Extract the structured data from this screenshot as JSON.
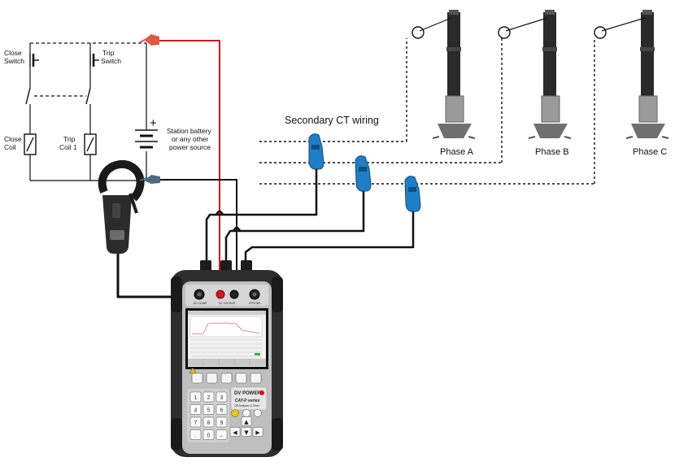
{
  "labels": {
    "close_switch_line1": "Close",
    "close_switch_line2": "Switch",
    "trip_switch_line1": "Trip",
    "trip_switch_line2": "Switch",
    "close_coil_line1": "Close",
    "close_coil_line2": "Coil",
    "trip_coil_line1": "Trip",
    "trip_coil_line2": "Coil 1",
    "battery_line1": "Station battery",
    "battery_line2": "or any other",
    "battery_line3": "power source",
    "battery_plus": "+",
    "battery_minus": "–",
    "secondary_ct": "Secondary CT wiring",
    "phase_a": "Phase A",
    "phase_b": "Phase B",
    "phase_c": "Phase C"
  },
  "device": {
    "port_left": "DC CLAMP",
    "port_mid": "DC VOLTAGE",
    "port_right": "OPTIONS",
    "brand": "DV POWER",
    "model": "CAT-P series",
    "subtitle": "CB Analyzer & Timer",
    "keypad": [
      "1",
      "2",
      "3",
      "4",
      "5",
      "6",
      "7",
      "8",
      "9",
      ".",
      "0",
      "←"
    ],
    "arrows": [
      "▲",
      "◀",
      "▼",
      "▶"
    ]
  },
  "colors": {
    "wire": "#111111",
    "red_wire": "#d8141c",
    "clamp_blue": "#1f7ec8",
    "device_body": "#2e2e2e",
    "screen_bg": "#f2f2f2"
  }
}
